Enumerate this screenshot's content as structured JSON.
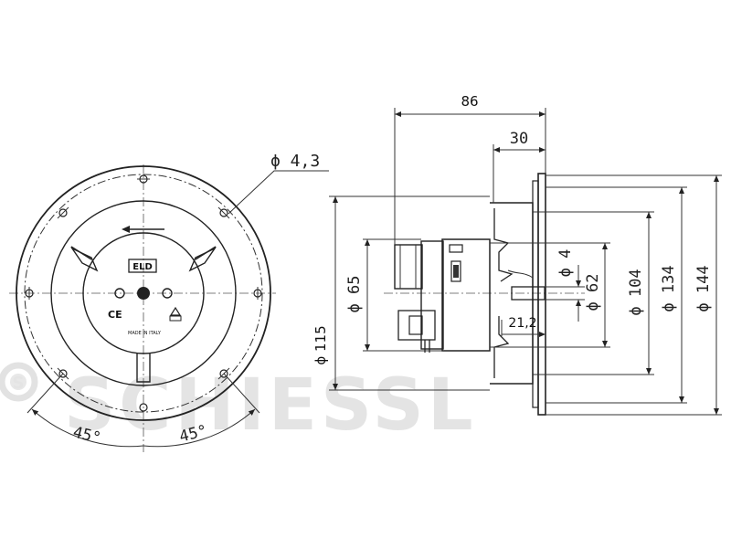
{
  "watermark": {
    "text": "SCHIESSL",
    "logo_letter": "S"
  },
  "front_view": {
    "hole_label": "ϕ 4,3",
    "angle_left": "45°",
    "angle_right": "45°",
    "ce_mark": "CE",
    "brand_mark": "ELD",
    "small_text": "MADE IN ITALY"
  },
  "side_view": {
    "dim_width": "86",
    "dim_flange": "30",
    "dim_d4": "ϕ 4",
    "dim_d62": "ϕ 62",
    "dim_d65": "ϕ 65",
    "dim_d104": "ϕ 104",
    "dim_d115": "ϕ 115",
    "dim_d134": "ϕ 134",
    "dim_d144": "ϕ 144",
    "dim_212": "21,2"
  }
}
